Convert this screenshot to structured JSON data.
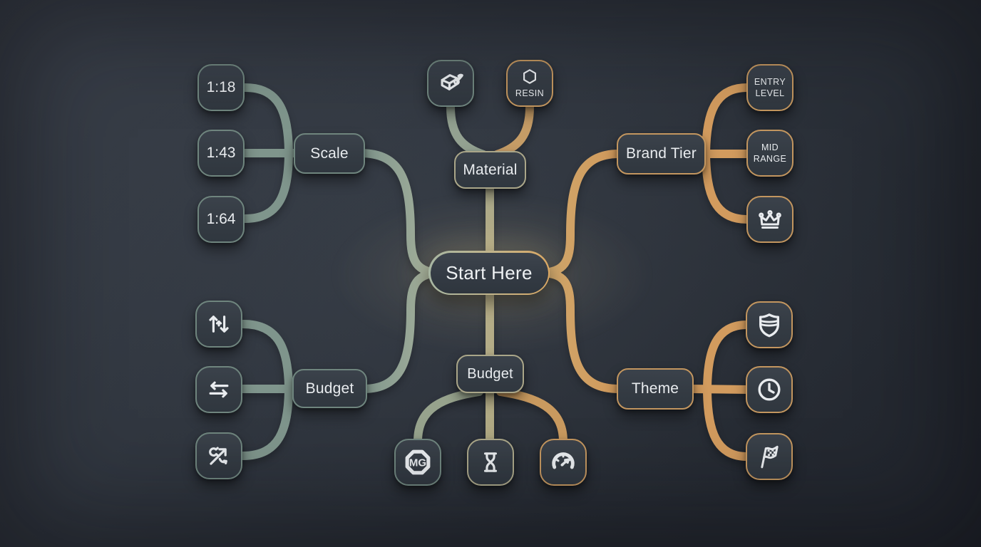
{
  "center_node": {
    "label": "Start Here"
  },
  "branches": {
    "scale": {
      "label": "Scale",
      "children": [
        "1:18",
        "1:43",
        "1:64"
      ]
    },
    "budget_left": {
      "label": "Budget",
      "children_icons": [
        "sort-vertical-arrows-icon",
        "swap-horizontal-arrows-icon",
        "wrench-diagonal-arrow-icon"
      ]
    },
    "material": {
      "label": "Material",
      "children": [
        {
          "icon": "diecast-icon",
          "label": ""
        },
        {
          "icon": "resin-hexagon-icon",
          "label": "RESIN"
        }
      ]
    },
    "budget_bottom": {
      "label": "Budget",
      "children_icons": [
        "mg-badge-icon",
        "hourglass-icon",
        "speedometer-icon"
      ],
      "mg_text": "MG"
    },
    "brand_tier": {
      "label": "Brand Tier",
      "children": [
        {
          "label": "ENTRY LEVEL"
        },
        {
          "label": "MID RANGE"
        },
        {
          "icon": "crown-icon"
        }
      ]
    },
    "theme": {
      "label": "Theme",
      "children_icons": [
        "shield-icon",
        "clock-icon",
        "checkered-flag-icon"
      ]
    }
  },
  "colors": {
    "background_top": "#3a404a",
    "background_bottom": "#21252d",
    "node_fill": "#353c44",
    "text": "#e9ecef",
    "branch_left_green": "#7f958c",
    "branch_right_gold": "#d29b5e",
    "stem_olive": "#b1a985",
    "start_border_left": "#a7b6a3",
    "start_border_right": "#dba863"
  }
}
